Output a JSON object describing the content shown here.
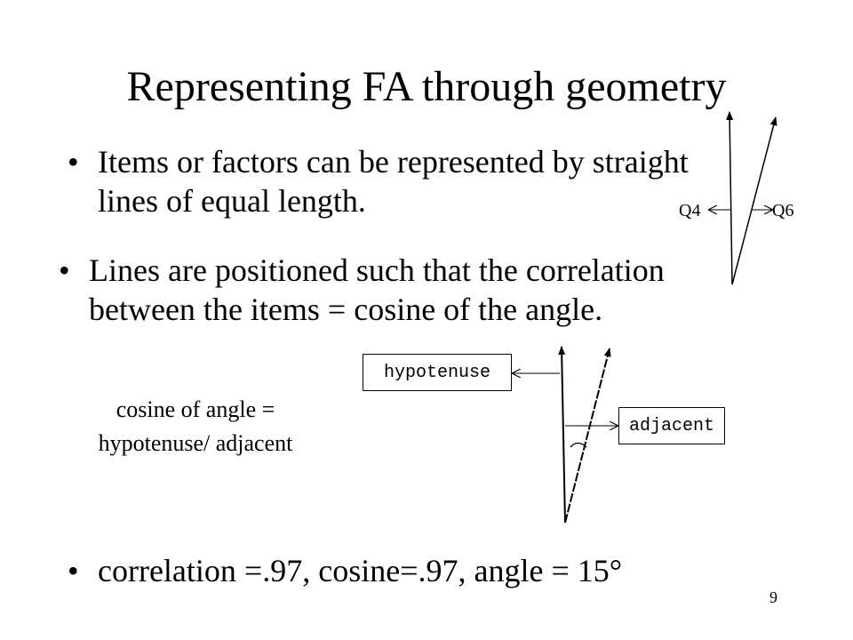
{
  "slide": {
    "title": "Representing FA through geometry",
    "bullets": [
      "Items or factors can be represented by straight lines of equal length.",
      "Lines are positioned such that the correlation between the items = cosine of the angle.",
      "correlation =.97, cosine=.97, angle = 15°"
    ],
    "bullet_marker": "•",
    "formula_line1": "cosine of angle =",
    "formula_line2": "hypotenuse/ adjacent",
    "page_number": "9"
  },
  "diagram_top": {
    "label_left": "Q4",
    "label_right": "Q6"
  },
  "diagram_bottom": {
    "box_hypotenuse": "hypotenuse",
    "box_adjacent": "adjacent"
  }
}
